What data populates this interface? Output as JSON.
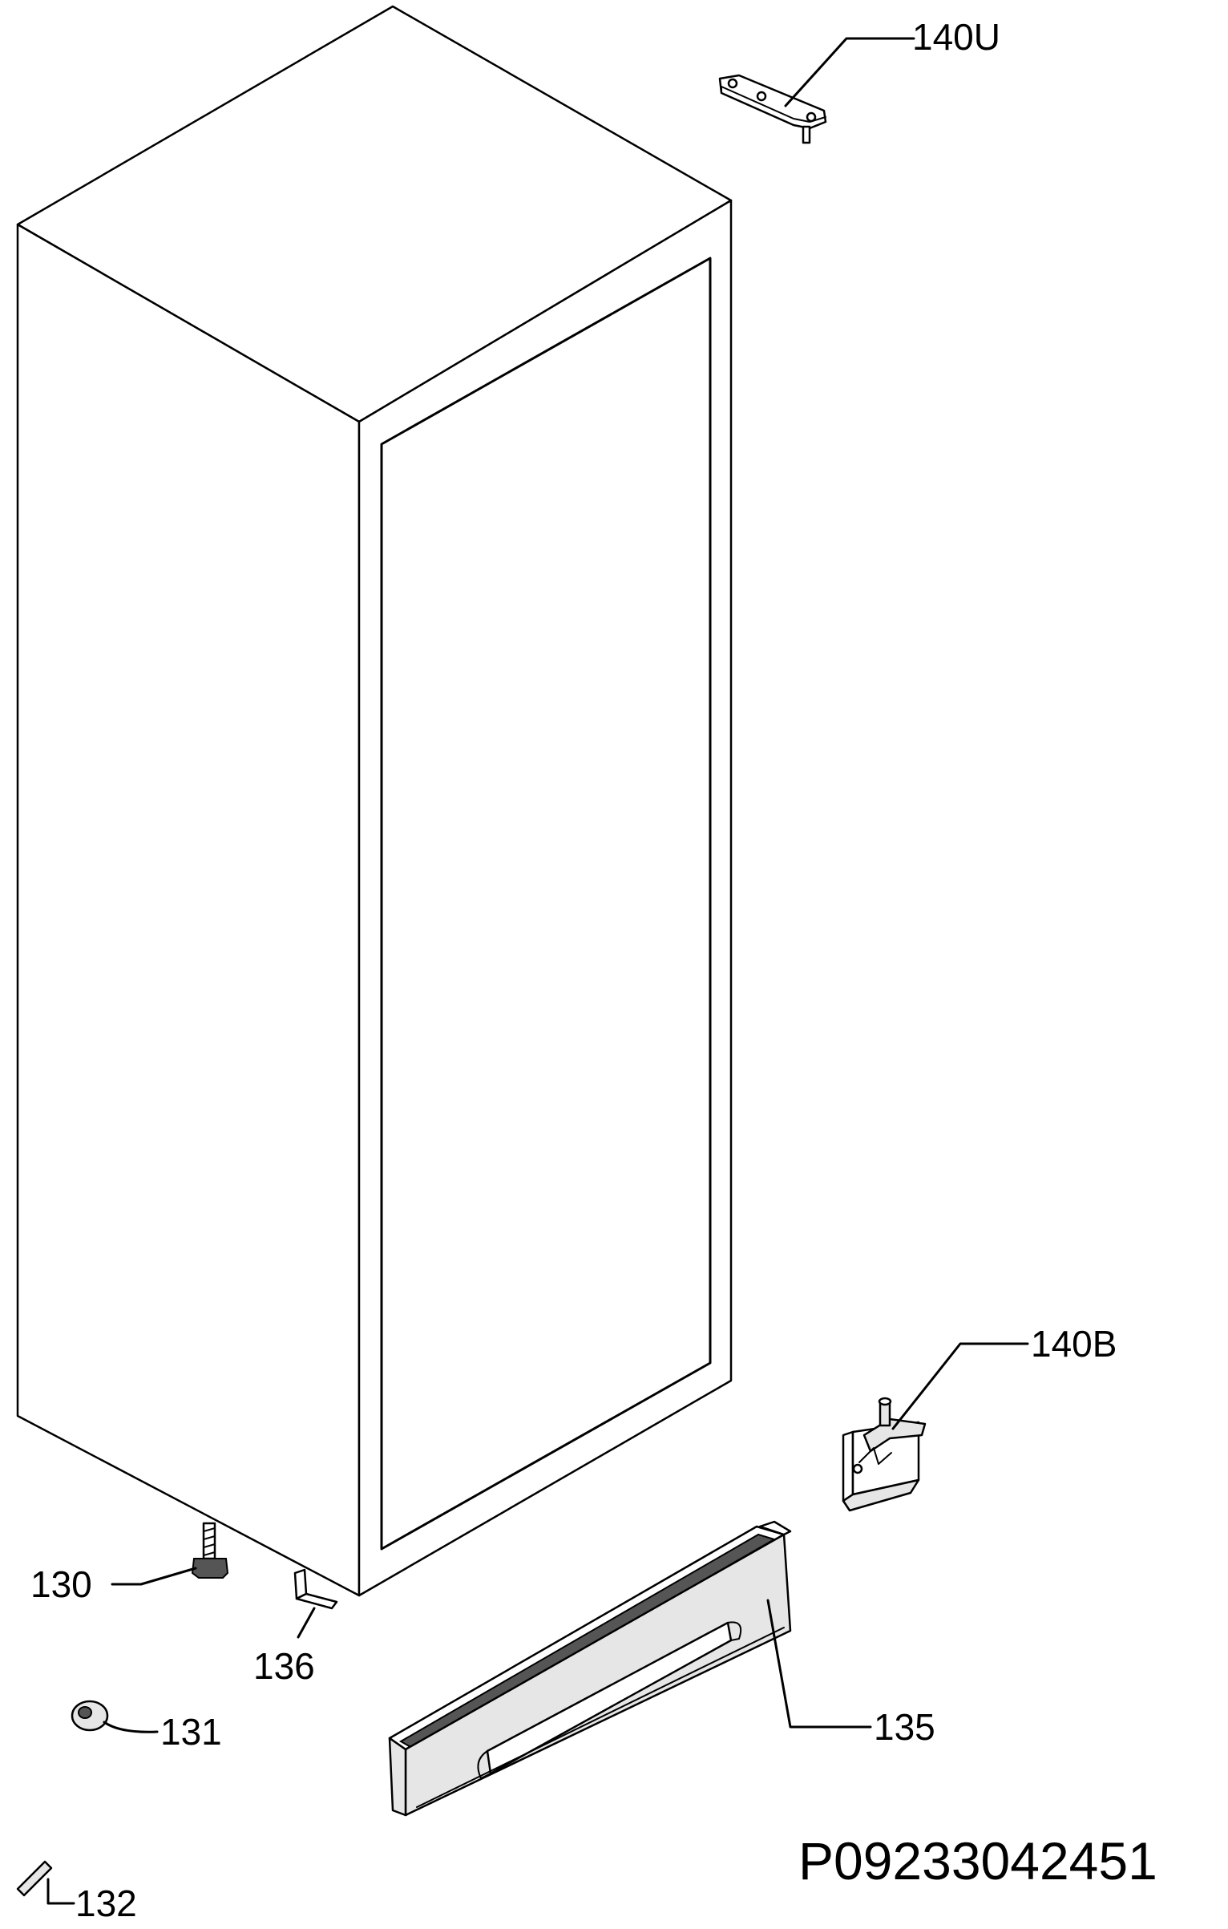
{
  "labels": {
    "hinge_upper": "140U",
    "hinge_bottom": "140B",
    "foot_screw": "130",
    "foot_cap": "131",
    "pin": "132",
    "plinth": "135",
    "bracket": "136"
  },
  "drawing_code": "P09233042451",
  "colors": {
    "line": "#000000",
    "background": "#ffffff"
  }
}
